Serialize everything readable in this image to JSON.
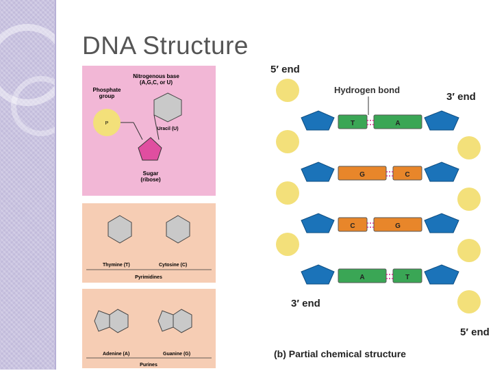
{
  "slide": {
    "title": "DNA Structure"
  },
  "figure_a": {
    "nitrogenous_base_label_1": "Nitrogenous base",
    "nitrogenous_base_label_2": "(A,G,C, or U)",
    "phosphate_label_1": "Phosphate",
    "phosphate_label_2": "group",
    "uracil_label": "Uracil (U)",
    "sugar_label_1": "Sugar",
    "sugar_label_2": "(ribose)"
  },
  "pyrimidines": {
    "thymine": "Thymine (T)",
    "cytosine": "Cytosine (C)",
    "group": "Pyrimidines"
  },
  "purines": {
    "adenine": "Adenine (A)",
    "guanine": "Guanine (G)",
    "group": "Purines"
  },
  "figure_b": {
    "five_prime_top": "5′ end",
    "hydrogen_bond": "Hydrogen bond",
    "three_prime_top": "3′ end",
    "three_prime_bottom": "3′ end",
    "five_prime_bottom": "5′ end",
    "caption": "(b) Partial chemical structure",
    "pairs": [
      [
        "T",
        "A"
      ],
      [
        "G",
        "C"
      ],
      [
        "C",
        "G"
      ],
      [
        "A",
        "T"
      ]
    ]
  },
  "colors": {
    "blue_sugar": "#1b73b9",
    "green": "#3aa655",
    "orange": "#e8862a",
    "phosphate": "#f3e07a",
    "pink_panel": "#f2b7d6",
    "peach_panel": "#f6cdb4"
  }
}
